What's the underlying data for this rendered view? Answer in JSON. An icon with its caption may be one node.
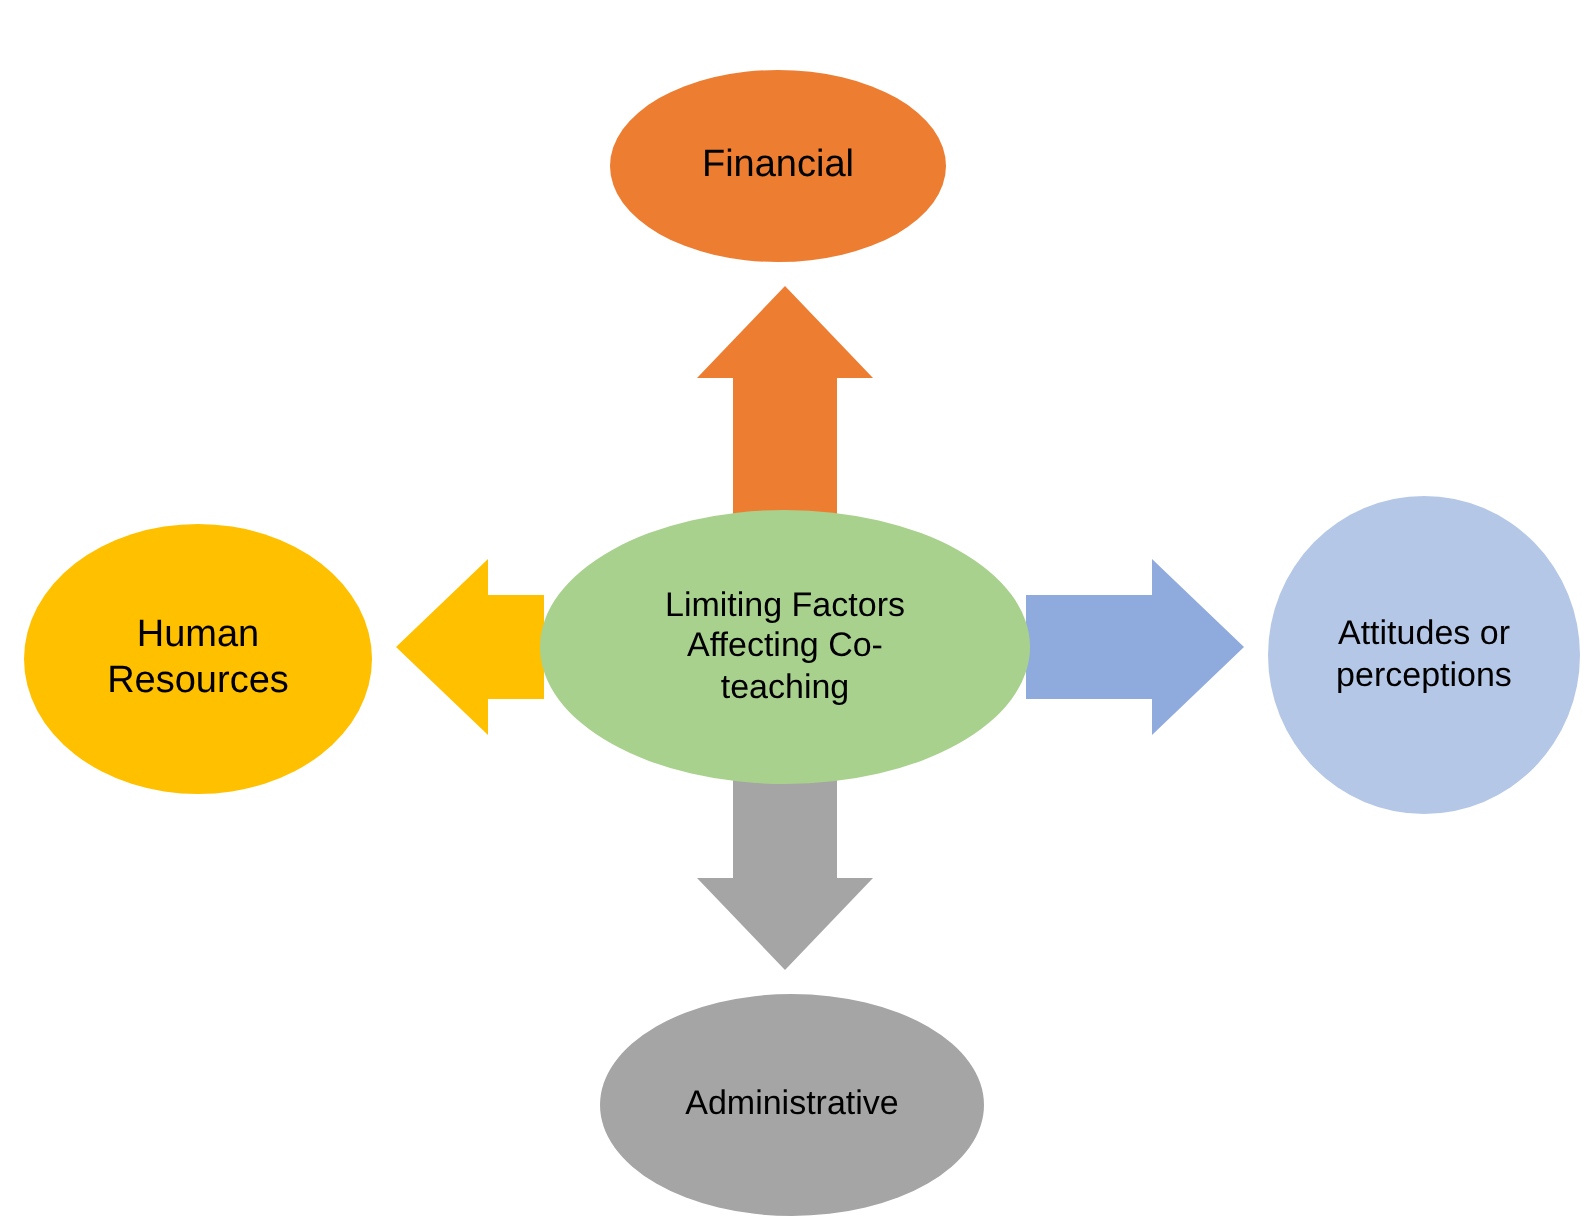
{
  "diagram": {
    "nodes": [
      {
        "text": [
          "Financial"
        ]
      },
      {
        "text": [
          "Human Resources"
        ]
      },
      {
        "text": [
          "Limiting Factors Affecting Co-teaching"
        ]
      },
      {
        "text": [
          "Attitudes or perceptions"
        ]
      },
      {
        "text": [
          "Administrative"
        ]
      }
    ],
    "edges": [
      {
        "from": 2,
        "to": 0,
        "arrow": "to",
        "color": "#ed7d31"
      },
      {
        "from": 2,
        "to": 1,
        "arrow": "to",
        "color": "#ffc000"
      },
      {
        "from": 2,
        "to": 3,
        "arrow": "to",
        "color": "#8faadc"
      },
      {
        "from": 2,
        "to": 4,
        "arrow": "to",
        "color": "#a5a5a5"
      }
    ]
  }
}
